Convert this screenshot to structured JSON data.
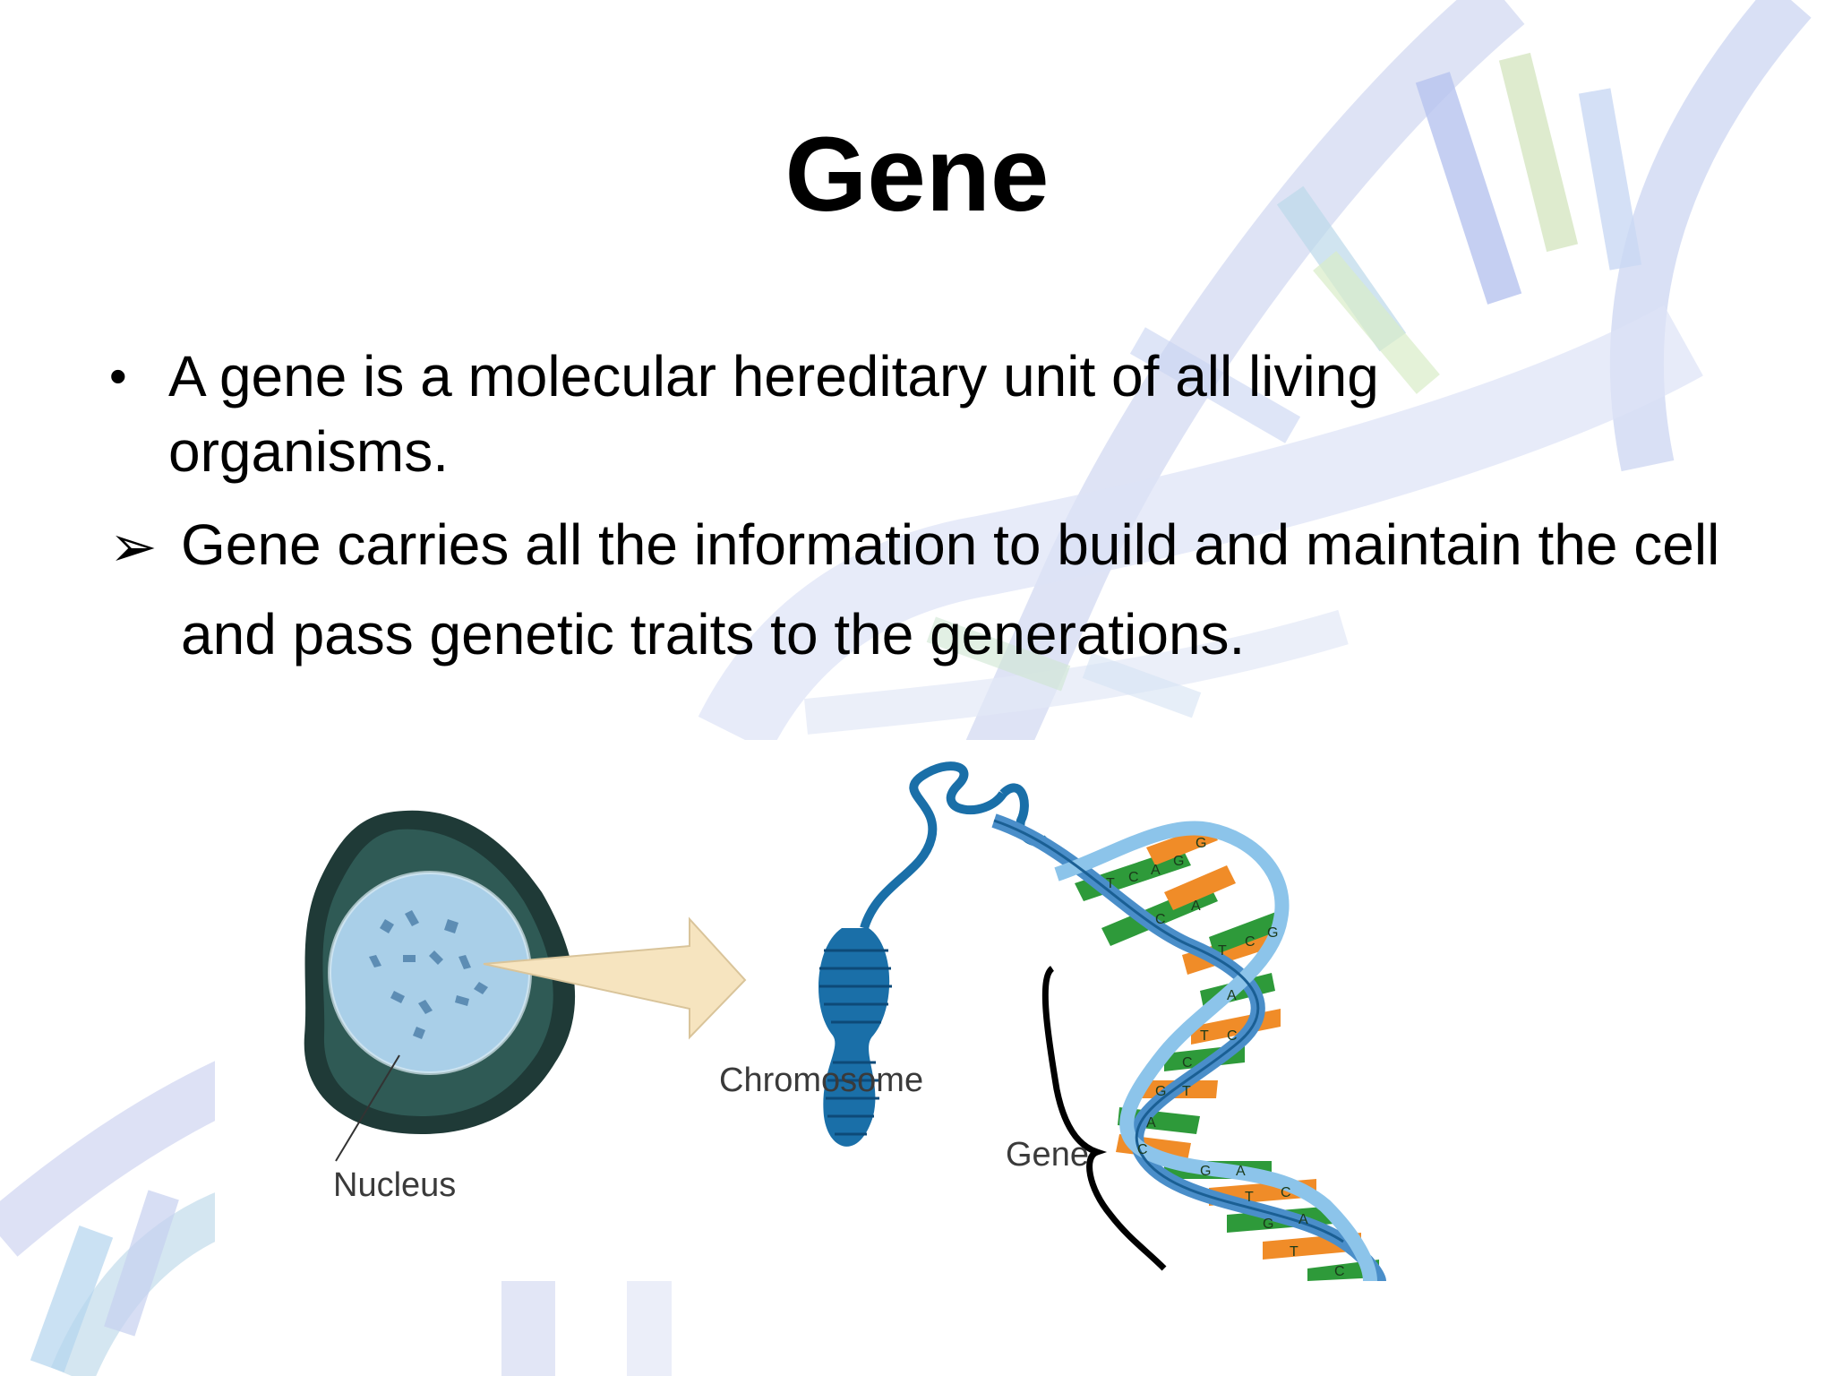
{
  "slide": {
    "title": "Gene",
    "bullets": [
      {
        "marker": "•",
        "text": "A gene is a molecular hereditary unit of all living organisms."
      },
      {
        "marker": "➢",
        "text": "Gene carries all the information to build and maintain the cell and pass genetic traits to the generations."
      }
    ]
  },
  "illustration": {
    "labels": {
      "nucleus": "Nucleus",
      "chromosome": "Chromosome",
      "gene": "Gene"
    },
    "base_letters": [
      "T",
      "C",
      "A",
      "G",
      "G",
      "C",
      "A",
      "T",
      "C",
      "G",
      "A",
      "T",
      "C",
      "C",
      "G",
      "T",
      "A",
      "C",
      "G",
      "A",
      "T",
      "C",
      "G",
      "A",
      "T",
      "C"
    ]
  },
  "colors": {
    "text": "#000000",
    "helix_blue": "#1a6fa8",
    "base_green": "#2e9a3a",
    "base_orange": "#f08c28",
    "nucleus_dark": "#203a38",
    "nucleus_light": "#a9cfe8"
  }
}
